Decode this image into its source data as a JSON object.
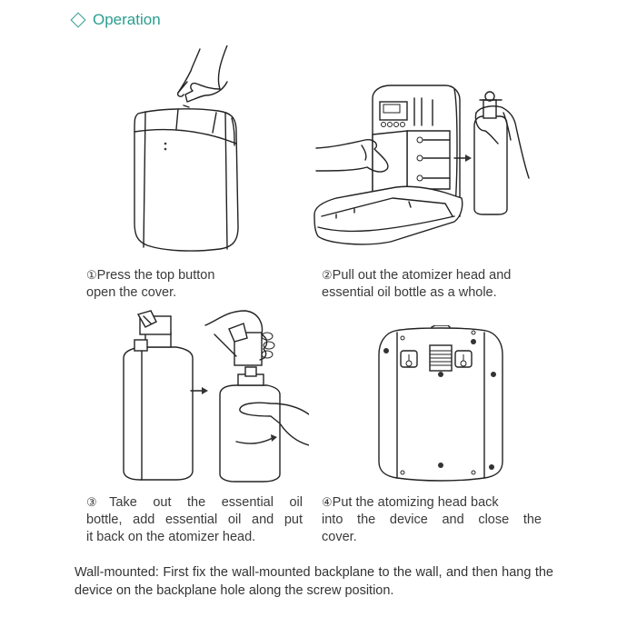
{
  "section": {
    "icon": "diamond-outline-icon",
    "title": "Operation",
    "accent_color": "#2a9d8f"
  },
  "steps": [
    {
      "number": "①",
      "text": "Press the top button open the cover.",
      "line1": "Press the top button",
      "line2": "open the cover.",
      "figure": "hand-pressing-top-button-of-device"
    },
    {
      "number": "②",
      "text": "Pull out the atomizer head and essential oil bottle as a whole.",
      "line1": "Pull out the atomizer head and",
      "line2": "essential oil bottle as a whole.",
      "figure": "open-device-and-pulled-out-bottle"
    },
    {
      "number": "③",
      "text": "Take out the essential oil bottle, add essential oil and put it back on the atomizer head.",
      "line1": "Take out the essential oil",
      "line2": "bottle, add essential oil and put",
      "line3": "it back on the atomizer head.",
      "figure": "bottle-and-atomizer-head-assembly"
    },
    {
      "number": "④",
      "text": "Put the atomizing head back into the device and close the cover.",
      "line1": "Put the atomizing head back",
      "line2": "into the device and close the",
      "line3": "cover.",
      "figure": "device-back-panel"
    }
  ],
  "note": {
    "text": "Wall-mounted: First fix the wall-mounted backplane to the wall, and then hang the device on the backplane hole along the screw position."
  }
}
